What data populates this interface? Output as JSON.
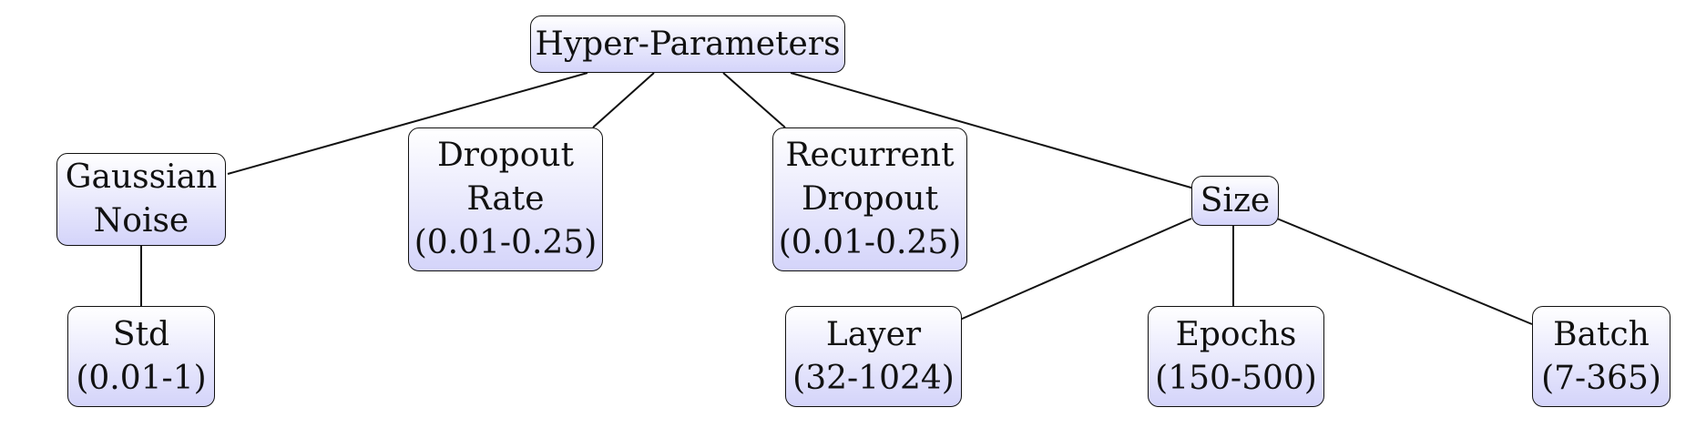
{
  "diagram": {
    "root": {
      "label": "Hyper-Parameters"
    },
    "gaussian_noise": {
      "line1": "Gaussian",
      "line2": "Noise"
    },
    "std": {
      "line1": "Std",
      "line2": "(0.01-1)"
    },
    "dropout_rate": {
      "line1": "Dropout",
      "line2": "Rate",
      "line3": "(0.01-0.25)"
    },
    "recurrent_dropout": {
      "line1": "Recurrent",
      "line2": "Dropout",
      "line3": "(0.01-0.25)"
    },
    "size": {
      "label": "Size"
    },
    "layer": {
      "line1": "Layer",
      "line2": "(32-1024)"
    },
    "epochs": {
      "line1": "Epochs",
      "line2": "(150-500)"
    },
    "batch": {
      "line1": "Batch",
      "line2": "(7-365)"
    },
    "edges": [
      [
        "root",
        "gaussian-noise"
      ],
      [
        "root",
        "dropout-rate"
      ],
      [
        "root",
        "recurrent-dropout"
      ],
      [
        "root",
        "size"
      ],
      [
        "gaussian-noise",
        "std"
      ],
      [
        "size",
        "layer"
      ],
      [
        "size",
        "epochs"
      ],
      [
        "size",
        "batch"
      ]
    ]
  }
}
